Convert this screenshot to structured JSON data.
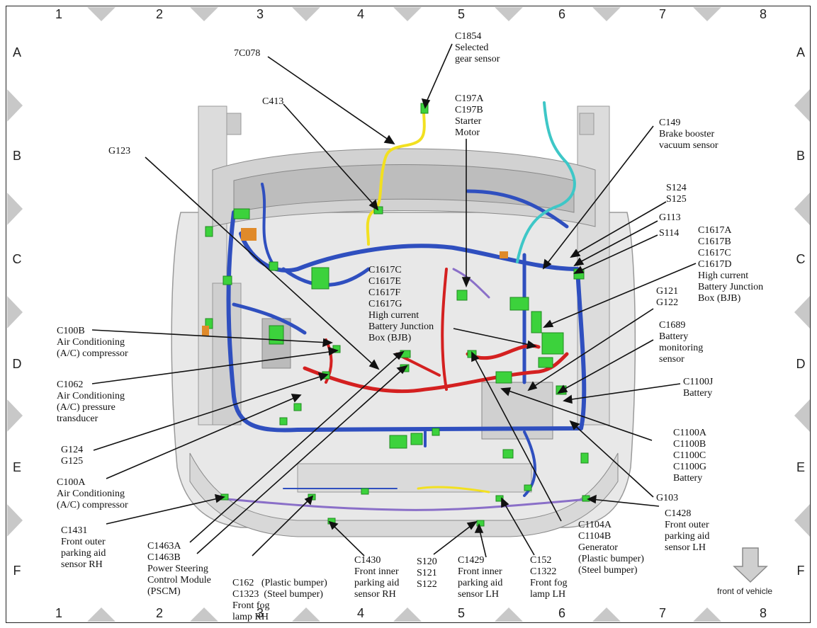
{
  "grid": {
    "columns": [
      "1",
      "2",
      "3",
      "4",
      "5",
      "6",
      "7",
      "8"
    ],
    "rows": [
      "A",
      "B",
      "C",
      "D",
      "E",
      "F"
    ]
  },
  "callouts": {
    "c1854": [
      "C1854",
      "Selected",
      "gear sensor"
    ],
    "c7c078": [
      "7C078"
    ],
    "c413": [
      "C413"
    ],
    "c197": [
      "C197A",
      "C197B",
      "Starter",
      "Motor"
    ],
    "c149": [
      "C149",
      "Brake booster",
      "vacuum sensor"
    ],
    "g123": [
      "G123"
    ],
    "s124": [
      "S124",
      "S125"
    ],
    "g113": [
      "G113"
    ],
    "s114": [
      "S114"
    ],
    "c1617a": [
      "C1617A",
      "C1617B",
      "C1617C",
      "C1617D",
      "High current",
      "Battery Junction",
      "Box (BJB)"
    ],
    "c1617c": [
      "C1617C",
      "C1617E",
      "C1617F",
      "C1617G",
      "High current",
      "Battery Junction",
      "Box (BJB)"
    ],
    "g121": [
      "G121",
      "G122"
    ],
    "c100b": [
      "C100B",
      "Air Conditioning",
      "(A/C) compressor"
    ],
    "c1689": [
      "C1689",
      "Battery",
      "monitoring",
      "sensor"
    ],
    "c1062": [
      "C1062",
      "Air Conditioning",
      "(A/C) pressure",
      "transducer"
    ],
    "c1100j": [
      "C1100J",
      "Battery"
    ],
    "g124": [
      "G124",
      "G125"
    ],
    "c1100a": [
      "C1100A",
      "C1100B",
      "C1100C",
      "C1100G",
      "Battery"
    ],
    "c100a": [
      "C100A",
      "Air Conditioning",
      "(A/C) compressor"
    ],
    "g103": [
      "G103"
    ],
    "c1428": [
      "C1428",
      "Front outer",
      "parking aid",
      "sensor LH"
    ],
    "c1431": [
      "C1431",
      "Front outer",
      "parking aid",
      "sensor RH"
    ],
    "c1104": [
      "C1104A",
      "C1104B",
      "Generator",
      "(Plastic bumper)",
      "(Steel bumper)"
    ],
    "c1463": [
      "C1463A",
      "C1463B",
      "Power Steering",
      "Control Module",
      "(PSCM)"
    ],
    "c162": [
      "C162   (Plastic bumper)",
      "C1323  (Steel bumper)",
      "Front fog",
      "lamp RH"
    ],
    "c1430": [
      "C1430",
      "Front inner",
      "parking aid",
      "sensor RH"
    ],
    "s120": [
      "S120",
      "S121",
      "S122"
    ],
    "c1429": [
      "C1429",
      "Front inner",
      "parking aid",
      "sensor LH"
    ],
    "c152": [
      "C152",
      "C1322",
      "Front fog",
      "lamp LH"
    ]
  },
  "front_arrow_label": "front of vehicle",
  "colors": {
    "harness_blue": "#2f4fbf",
    "harness_red": "#d42020",
    "harness_yellow": "#f2e020",
    "harness_cyan": "#3ec7c7",
    "harness_purple": "#8a6fc8",
    "connector_green": "#3cd23c",
    "body_gray": "#c8c8c8",
    "grid_triangle": "#c8c8c8"
  }
}
